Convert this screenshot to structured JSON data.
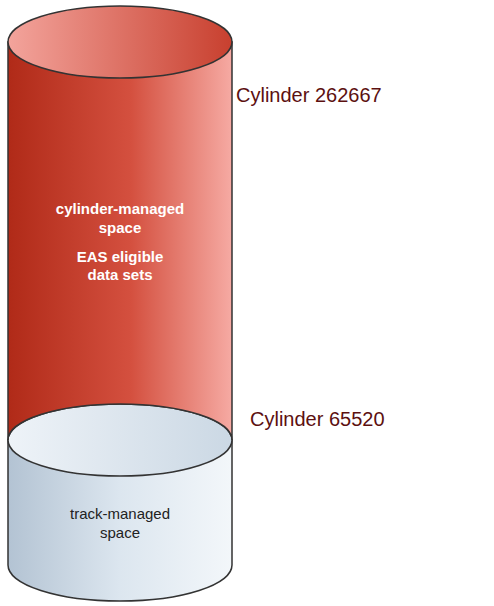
{
  "diagram": {
    "nodes": [
      {
        "text": [
          "cylinder-managed space",
          "EAS eligible data sets"
        ]
      },
      {
        "text": [
          "track-managed space"
        ]
      }
    ],
    "labels": [
      "Cylinder 262667",
      "Cylinder 65520"
    ]
  }
}
